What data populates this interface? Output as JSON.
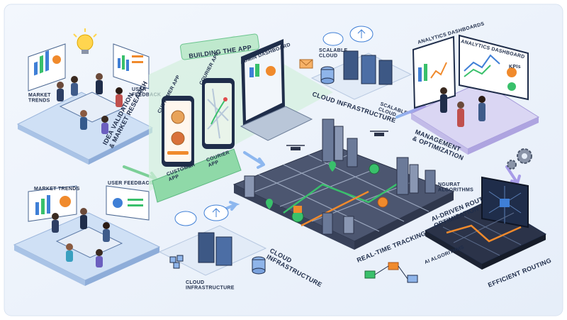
{
  "stages": {
    "idea_validation": "IDEA VALIDATION\n& MARKET RESEARCH",
    "market_trends_top": "MARKET\nTRENDS",
    "user_feedback_top": "USER\nFEEDBACK",
    "market_trends_bottom": "MARKET TRENDS",
    "user_feedback_bottom": "USER FEEDBACK",
    "building_app": "BUILDING THE APP",
    "customer_app_top": "CUSTOMER APP",
    "courier_app_top": "COURIER APP",
    "admin_dashboard": "ADMIN DASHBOARD",
    "customer_app_bottom": "CUSTOMER\nAPP",
    "courier_app_bottom": "COURIER\nAPP",
    "scalable_cloud_top": "SCALABLE\nCLOUD",
    "cloud_infra_top": "CLOUD INFRASTRUCTURE",
    "scalable_cloud_right": "SCALABLE\nCLOUD",
    "analytics_dash_1": "ANALYTICS DASHBOARDS",
    "analytics_dash_2": "ANALYTICS DASHBOARD",
    "kpis": "KPIs",
    "management": "MANAGEMENT\n& OPTIMIZATION",
    "real_time_tracking": "REAL-TIME TRACKING",
    "cloud_infra_center": "CLOUD\nINFRASTRUCTURE",
    "cloud_infra_bottom": "CLOUD\nINFRASTRUCTURE",
    "ngurat_algorithms": "NGURAT\nALGORITHMS",
    "ai_route": "AI-DRIVEN ROUTE\nOPTIMIZATION",
    "ai_algorithms": "AI ALGORITHMS",
    "efficient_routing": "EFFICIENT ROUTING"
  },
  "colors": {
    "primary_blue": "#3f7fd6",
    "accent_green": "#39c06b",
    "accent_orange": "#f08a2c",
    "platform_blue": "#cfe0f5",
    "platform_green": "#d3f0dd",
    "platform_purple": "#dad6f3",
    "dark_navy": "#1f2d4a"
  }
}
